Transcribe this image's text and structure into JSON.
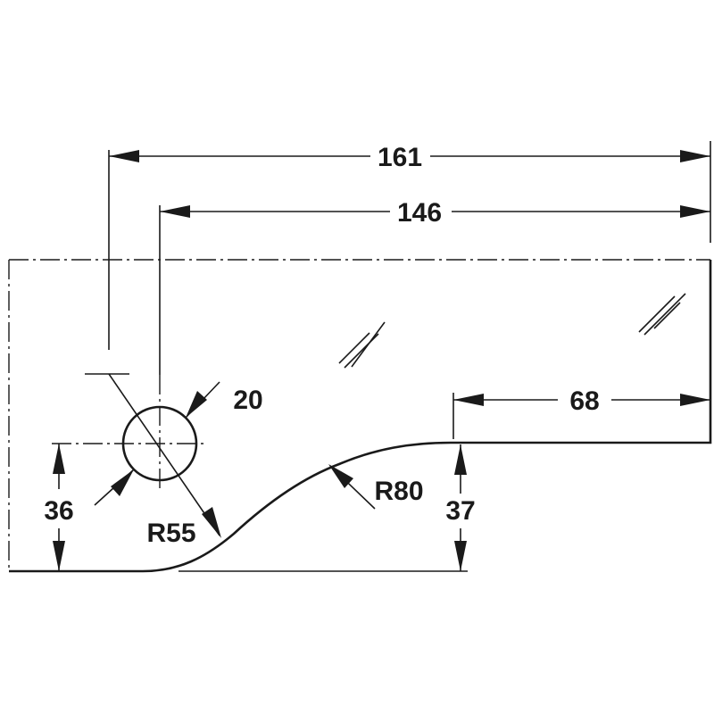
{
  "dimensions": {
    "overall_length": "161",
    "length_to_hole": "146",
    "flat_length": "68",
    "hole_diameter": "20",
    "hole_height": "36",
    "step_height": "37",
    "radius_large": "R80",
    "radius_small": "R55"
  },
  "colors": {
    "line": "#1a1a1a",
    "background": "#ffffff"
  }
}
